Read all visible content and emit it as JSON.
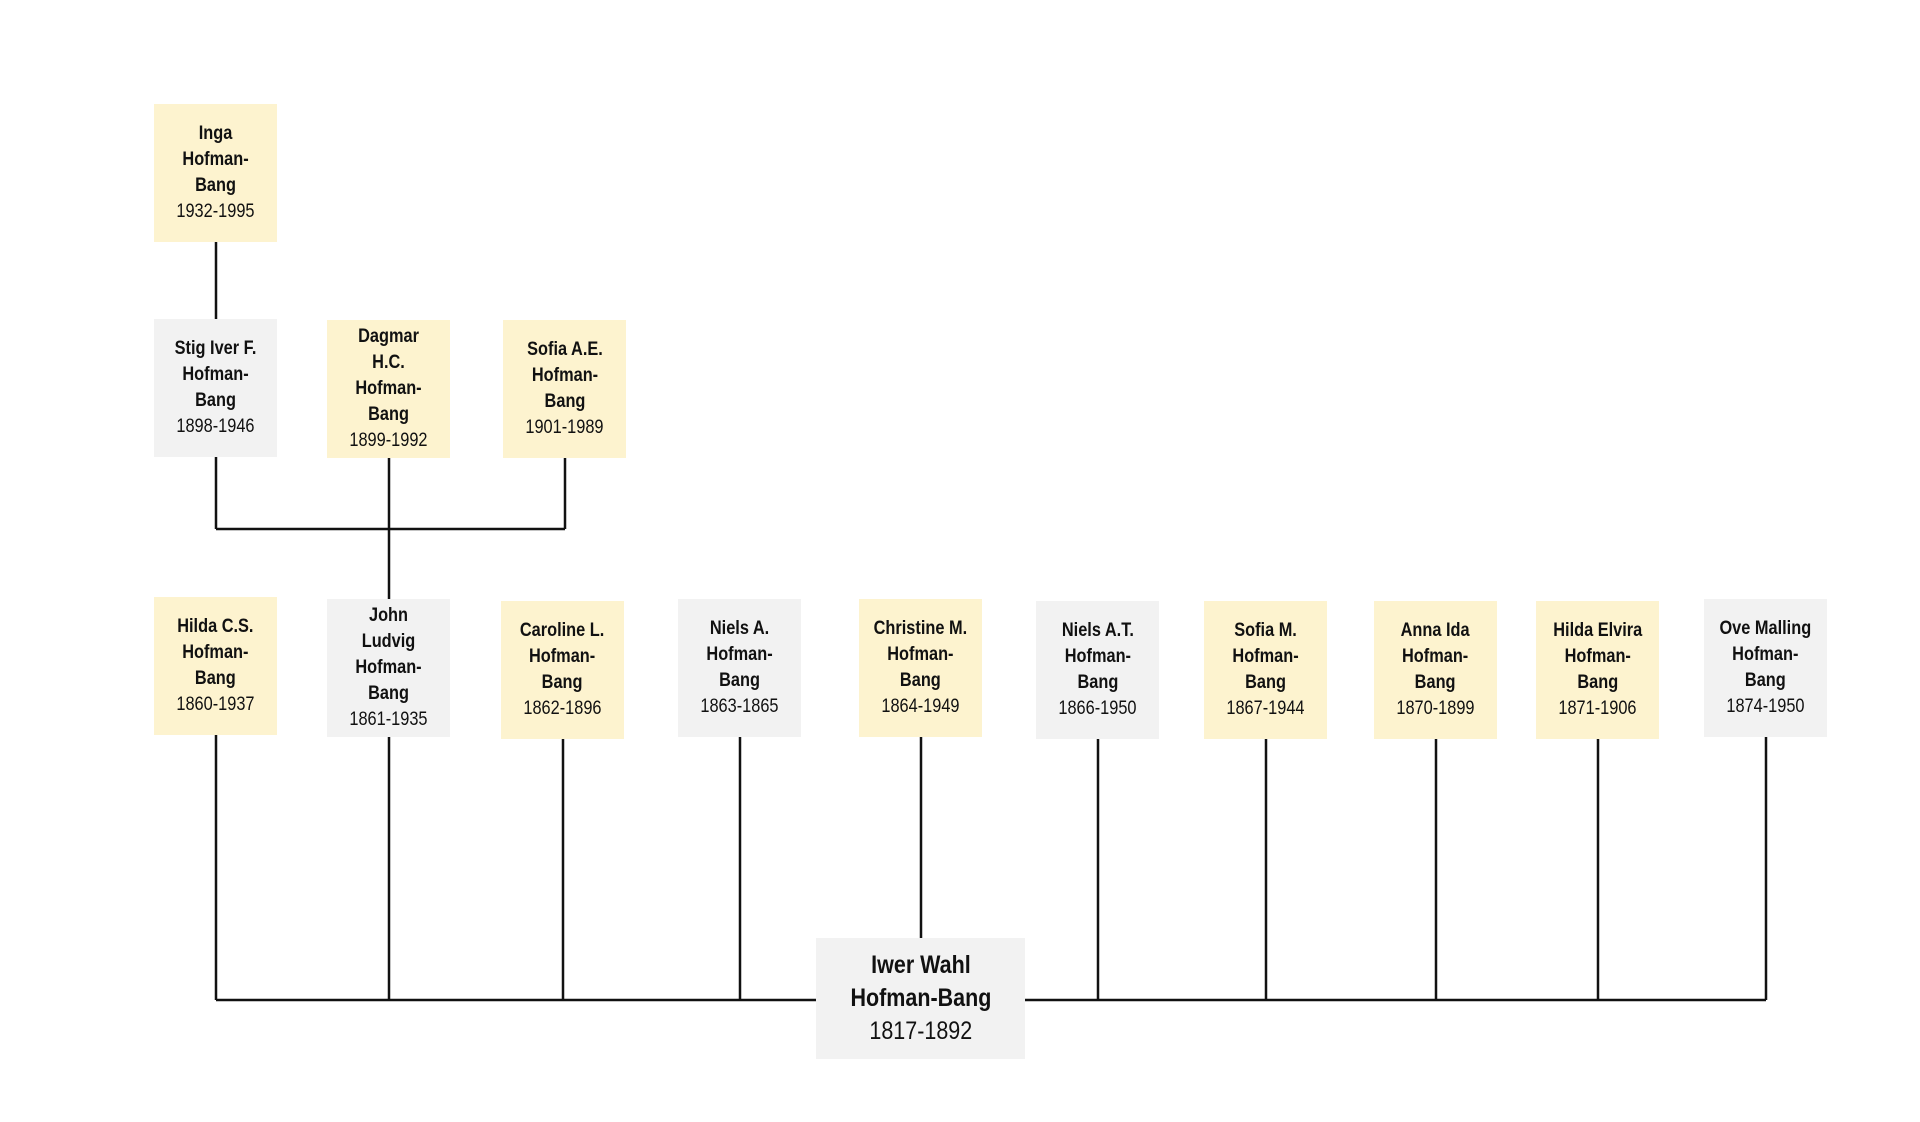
{
  "colors": {
    "female_box": "#fdf3cf",
    "male_box": "#f2f2f2",
    "line": "#111111"
  },
  "people": {
    "iwer": {
      "name": "Iwer Wahl\nHofman-Bang",
      "dates": "1817-1892",
      "sex": "male"
    },
    "hilda_cs": {
      "name": "Hilda C.S.\nHofman-\nBang",
      "dates": "1860-1937",
      "sex": "female"
    },
    "john": {
      "name": "John Ludvig\nHofman-\nBang",
      "dates": "1861-1935",
      "sex": "male"
    },
    "caroline": {
      "name": "Caroline L.\nHofman-\nBang",
      "dates": "1862-1896",
      "sex": "female"
    },
    "niels_a": {
      "name": "Niels A.\nHofman-\nBang",
      "dates": "1863-1865",
      "sex": "male"
    },
    "christine": {
      "name": "Christine M.\nHofman-\nBang",
      "dates": "1864-1949",
      "sex": "female"
    },
    "niels_at": {
      "name": "Niels A.T.\nHofman-\nBang",
      "dates": "1866-1950",
      "sex": "male"
    },
    "sofia_m": {
      "name": "Sofia M.\nHofman-\nBang",
      "dates": "1867-1944",
      "sex": "female"
    },
    "anna": {
      "name": "Anna Ida\nHofman-\nBang",
      "dates": "1870-1899",
      "sex": "female"
    },
    "hilda_e": {
      "name": "Hilda Elvira\nHofman-\nBang",
      "dates": "1871-1906",
      "sex": "female"
    },
    "ove": {
      "name": "Ove Malling\nHofman-\nBang",
      "dates": "1874-1950",
      "sex": "male"
    },
    "stig": {
      "name": "Stig Iver F.\nHofman-\nBang",
      "dates": "1898-1946",
      "sex": "male"
    },
    "dagmar": {
      "name": "Dagmar H.C.\nHofman-\nBang",
      "dates": "1899-1992",
      "sex": "female"
    },
    "sofia_ae": {
      "name": "Sofia A.E.\nHofman-\nBang",
      "dates": "1901-1989",
      "sex": "female"
    },
    "inga": {
      "name": "Inga\nHofman-\nBang",
      "dates": "1932-1995",
      "sex": "female"
    }
  },
  "relations": [
    {
      "parent": "iwer",
      "children": [
        "hilda_cs",
        "john",
        "caroline",
        "niels_a",
        "christine",
        "niels_at",
        "sofia_m",
        "anna",
        "hilda_e",
        "ove"
      ]
    },
    {
      "parent": "john",
      "children": [
        "stig",
        "dagmar",
        "sofia_ae"
      ]
    },
    {
      "parent": "stig",
      "children": [
        "inga"
      ]
    }
  ]
}
